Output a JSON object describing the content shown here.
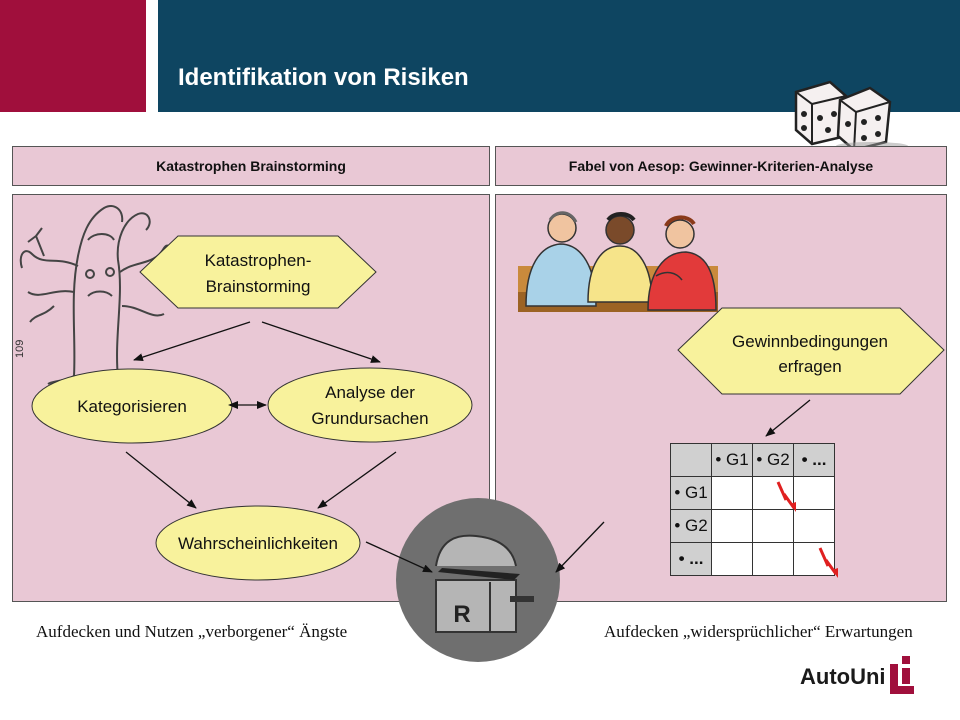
{
  "header": {
    "title": "Identifikation von Risiken",
    "accent_left": "#a00f3c",
    "accent_bar": "#0e4561"
  },
  "left_section": {
    "title": "Katastrophen Brainstorming",
    "nodes": {
      "brainstorming": [
        "Katastrophen-",
        "Brainstorming"
      ],
      "kategorisieren": "Kategorisieren",
      "analyse": [
        "Analyse der",
        "Grundursachen"
      ],
      "wahrscheinlichkeiten": "Wahrscheinlichkeiten"
    },
    "caption": "Aufdecken und Nutzen „verborgener“ Ängste"
  },
  "right_section": {
    "title": "Fabel von Aesop: Gewinner-Kriterien-Analyse",
    "nodes": {
      "gewinnbedingungen": [
        "Gewinnbedingungen",
        "erfragen"
      ]
    },
    "matrix": {
      "col_headers": [
        "G1",
        "G2",
        "..."
      ],
      "row_headers": [
        "G1",
        "G2",
        "..."
      ]
    },
    "caption": "Aufdecken „widersprüchlicher“ Erwartungen"
  },
  "risk_box": {
    "letter": "R"
  },
  "slide_number": "109",
  "logo": {
    "text": "AutoUni"
  },
  "colors": {
    "panel": "#e9c8d5",
    "node_fill": "#f8f29c",
    "circle": "#6f6f6f",
    "flash": "#e02020"
  }
}
